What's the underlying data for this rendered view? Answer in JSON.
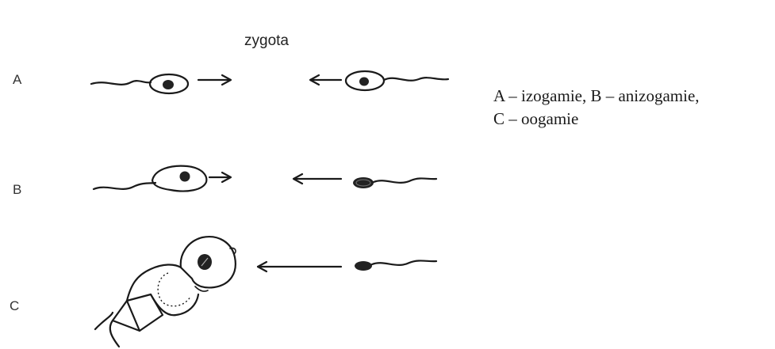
{
  "diagram": {
    "title": "zygota",
    "rows": [
      {
        "letter": "A"
      },
      {
        "letter": "B"
      },
      {
        "letter": "C"
      }
    ],
    "legend": {
      "line1": "A – izogamie, B – anizogamie,",
      "line2": "C – oogamie"
    }
  }
}
